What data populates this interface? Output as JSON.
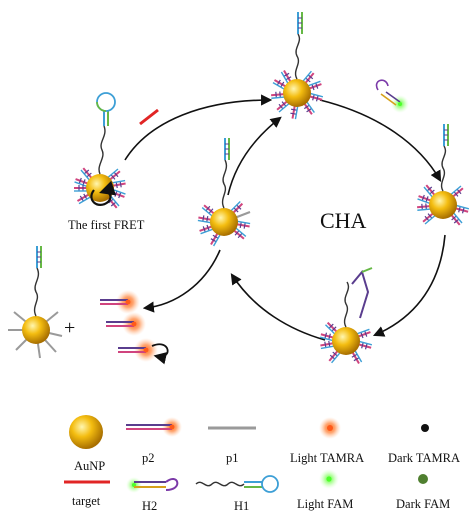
{
  "labels": {
    "first_fret": "The first FRET",
    "cha": "CHA",
    "plus": "+"
  },
  "legend": {
    "aunp": "AuNP",
    "p2": "p2",
    "p1": "p1",
    "light_tamra": "Light TAMRA",
    "dark_tamra": "Dark TAMRA",
    "target": "target",
    "h2": "H2",
    "h1": "H1",
    "light_fam": "Light FAM",
    "dark_fam": "Dark FAM"
  },
  "colors": {
    "gold": "#f2b400",
    "gold_light": "#fff3a0",
    "gold_dark": "#b47c00",
    "strand_pink": "#d0447e",
    "strand_purple": "#5a3d8e",
    "strand_blue": "#3d9fd6",
    "strand_green": "#66b845",
    "target_red": "#e12525",
    "p1_gray": "#9a9a9a",
    "tamra_glow": "#ff7a2e",
    "fam_glow": "#7cff5a",
    "dark_fam": "#4f7f2f",
    "arrow": "#111111"
  }
}
